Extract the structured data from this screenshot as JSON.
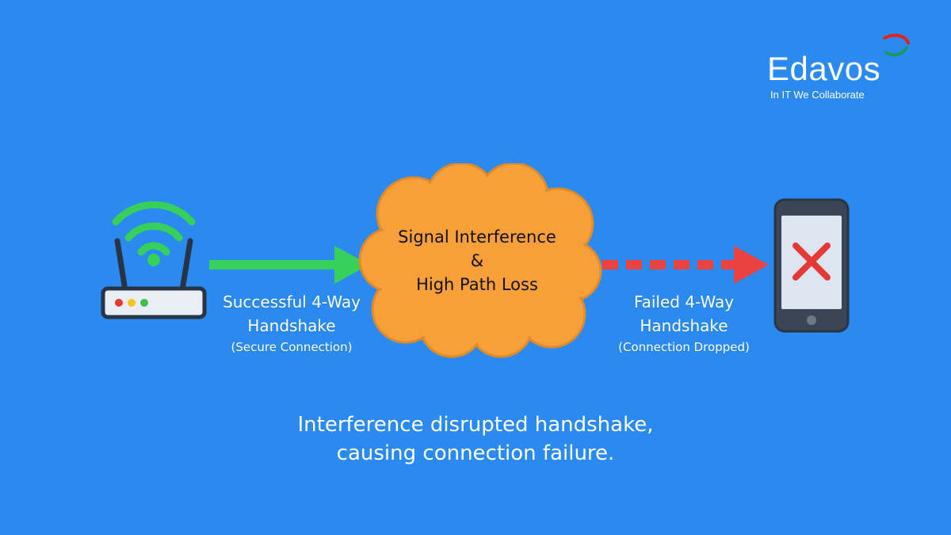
{
  "logo": {
    "name": "Edavos",
    "tagline": "In IT We Collaborate",
    "colors": {
      "red": "#e2231a",
      "green": "#1a9b4b"
    }
  },
  "router": {
    "icon": "wifi-router-icon",
    "wifi_color": "#37d05a",
    "body_color": "#e8eef4",
    "leds": [
      "#e53935",
      "#f5c518",
      "#3fbf4f"
    ]
  },
  "link_success": {
    "arrow_color": "#37d05a",
    "title": "Successful 4-Way Handshake",
    "subtitle": "(Secure Connection)"
  },
  "cloud": {
    "color": "#f7a03a",
    "line1": "Signal Interference",
    "line2": "&",
    "line3": "High Path Loss"
  },
  "link_failed": {
    "arrow_color": "#e9423f",
    "title": "Failed 4-Way Handshake",
    "subtitle": "(Connection Dropped)"
  },
  "phone": {
    "icon": "smartphone-icon",
    "status_icon": "x-mark-icon",
    "x_color": "#e53935"
  },
  "caption": {
    "line1": "Interference disrupted handshake,",
    "line2": "causing connection failure."
  }
}
